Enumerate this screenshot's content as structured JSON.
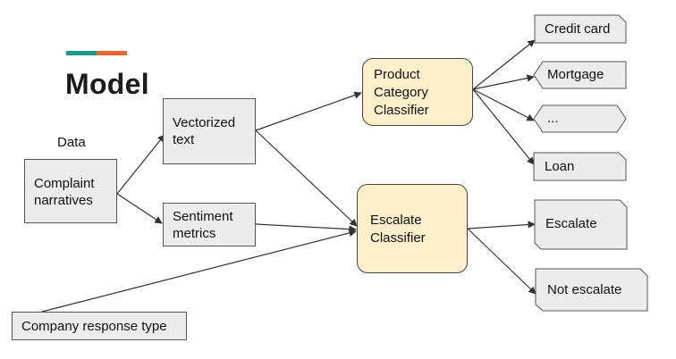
{
  "title": "Model",
  "data_label": "Data",
  "colors": {
    "accent_teal": "#1a9a8a",
    "accent_orange": "#e8682e",
    "box_fill": "#ececec",
    "classifier_fill": "#fcefc9",
    "line": "#333333"
  },
  "nodes": {
    "complaints": "Complaint\nnarratives",
    "vectorized": "Vectorized\ntext",
    "sentiment": "Sentiment\nmetrics",
    "company": "Company response type",
    "product_classifier": "Product\nCategory\nClassifier",
    "escalate_classifier": "Escalate\nClassifier"
  },
  "product_outputs": [
    "Credit card",
    "Mortgage",
    "...",
    "Loan"
  ],
  "escalate_outputs": [
    "Escalate",
    "Not escalate"
  ]
}
